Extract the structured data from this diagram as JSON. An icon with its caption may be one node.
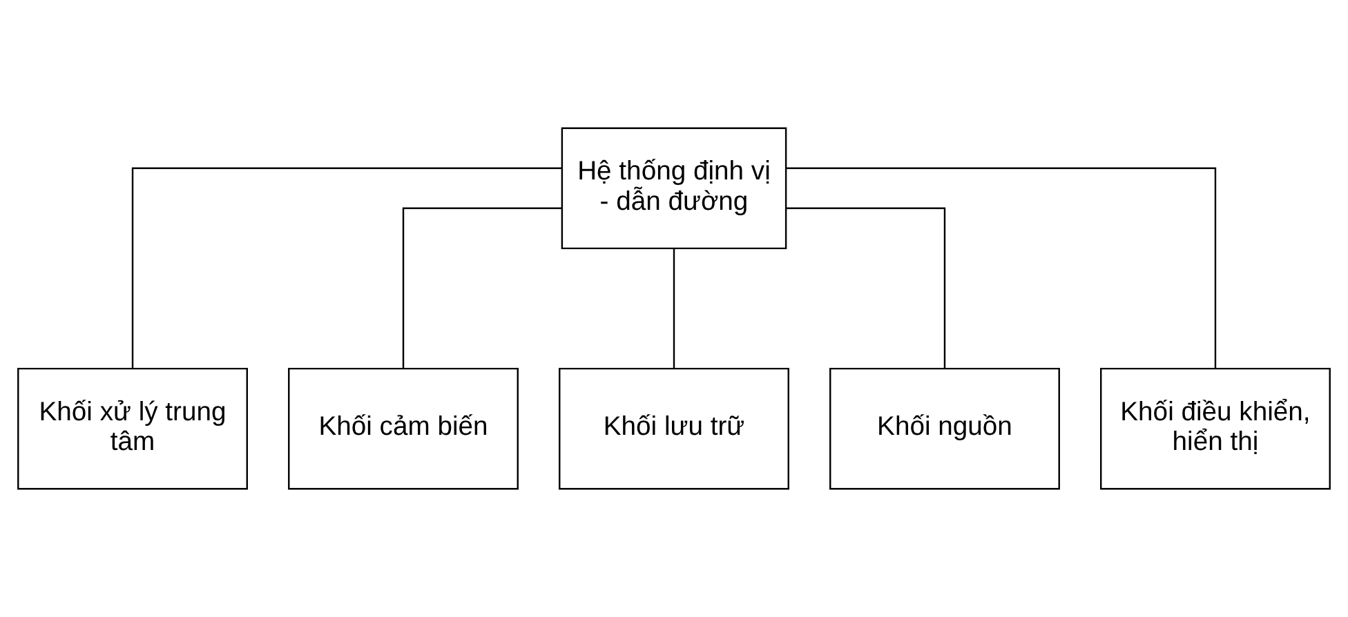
{
  "diagram": {
    "nodes": [
      {
        "text": [
          "Hệ thống định vị - dẫn đường"
        ]
      },
      {
        "text": [
          "Khối xử lý trung tâm"
        ]
      },
      {
        "text": [
          "Khối cảm biến"
        ]
      },
      {
        "text": [
          "Khối lưu trữ"
        ]
      },
      {
        "text": [
          "Khối nguồn"
        ]
      },
      {
        "text": [
          "Khối điều khiển, hiển thị"
        ]
      }
    ],
    "edges": [
      {
        "from": 0,
        "to": 1,
        "arrow": "none"
      },
      {
        "from": 0,
        "to": 2,
        "arrow": "none"
      },
      {
        "from": 0,
        "to": 3,
        "arrow": "none"
      },
      {
        "from": 0,
        "to": 4,
        "arrow": "none"
      },
      {
        "from": 0,
        "to": 5,
        "arrow": "none"
      }
    ]
  }
}
